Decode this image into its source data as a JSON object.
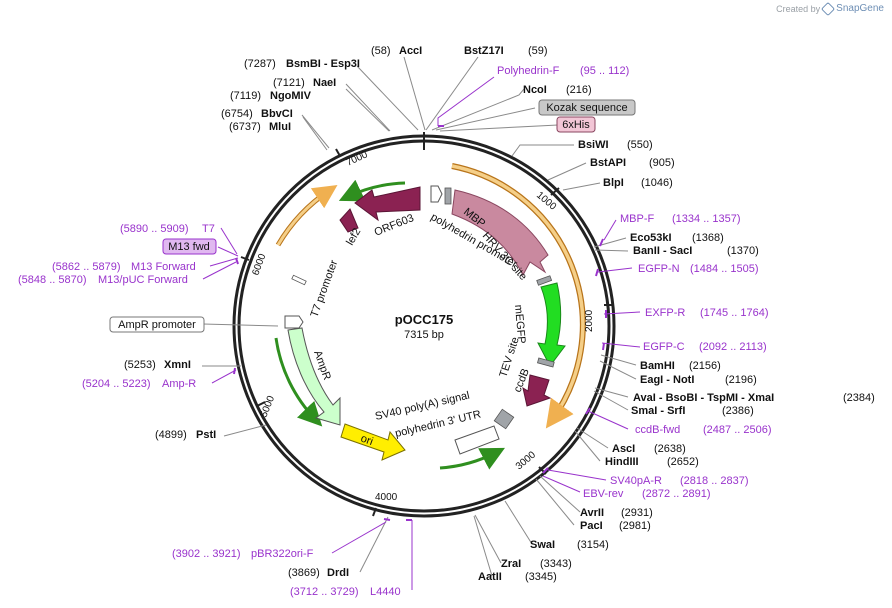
{
  "watermark": {
    "prefix": "Created by",
    "brand": "SnapGene"
  },
  "plasmid": {
    "name": "pOCC175",
    "length_label": "7315 bp",
    "length": 7315
  },
  "ticks": [
    "1000",
    "2000",
    "3000",
    "4000",
    "5000",
    "6000",
    "7000"
  ],
  "features_outer": [
    {
      "name": "6xHis",
      "label": "6xHis",
      "style": "pink-box"
    },
    {
      "name": "kozak",
      "label": "Kozak sequence",
      "style": "gray-box"
    },
    {
      "name": "ampr-promoter",
      "label": "AmpR promoter",
      "style": "white-box"
    }
  ],
  "feature_labels": [
    {
      "text": "polyhedrin promoter"
    },
    {
      "text": "MBP"
    },
    {
      "text": "HRV 3C site"
    },
    {
      "text": "mEGFP"
    },
    {
      "text": "TEV site"
    },
    {
      "text": "ccdB"
    },
    {
      "text": "SV40 poly(A) signal"
    },
    {
      "text": "polyhedrin 3' UTR"
    },
    {
      "text": "ori"
    },
    {
      "text": "AmpR"
    },
    {
      "text": "T7 promoter"
    },
    {
      "text": "lef2"
    },
    {
      "text": "ORF603"
    }
  ],
  "sites": [
    {
      "pos": "(58)",
      "name": "AccI"
    },
    {
      "name": "BstZ17I",
      "pos": "(59)"
    },
    {
      "primer": "Polyhedrin-F",
      "range": "(95 .. 112)"
    },
    {
      "name": "NcoI",
      "pos": "(216)"
    },
    {
      "name": "BsiWI",
      "pos": "(550)"
    },
    {
      "name": "BstAPI",
      "pos": "(905)"
    },
    {
      "name": "BlpI",
      "pos": "(1046)"
    },
    {
      "primer": "MBP-F",
      "range": "(1334 .. 1357)"
    },
    {
      "name": "Eco53kI",
      "pos": "(1368)"
    },
    {
      "name": "BanII - SacI",
      "pos": "(1370)"
    },
    {
      "primer": "EGFP-N",
      "range": "(1484 .. 1505)"
    },
    {
      "primer": "EXFP-R",
      "range": "(1745 .. 1764)"
    },
    {
      "primer": "EGFP-C",
      "range": "(2092 .. 2113)"
    },
    {
      "name": "BamHI",
      "pos": "(2156)"
    },
    {
      "name": "EagI - NotI",
      "pos": "(2196)"
    },
    {
      "name": "AvaI - BsoBI - TspMI - XmaI",
      "pos": "(2384)"
    },
    {
      "name": "SmaI - SrfI",
      "pos": "(2386)"
    },
    {
      "primer": "ccdB-fwd",
      "range": "(2487 .. 2506)"
    },
    {
      "name": "AscI",
      "pos": "(2638)"
    },
    {
      "name": "HindIII",
      "pos": "(2652)"
    },
    {
      "primer": "SV40pA-R",
      "range": "(2818 .. 2837)"
    },
    {
      "primer": "EBV-rev",
      "range": "(2872 .. 2891)"
    },
    {
      "name": "AvrII",
      "pos": "(2931)"
    },
    {
      "name": "PacI",
      "pos": "(2981)"
    },
    {
      "name": "SwaI",
      "pos": "(3154)"
    },
    {
      "name": "ZraI",
      "pos": "(3343)"
    },
    {
      "name": "AatII",
      "pos": "(3345)"
    },
    {
      "primer": "L4440",
      "range": "(3712 .. 3729)"
    },
    {
      "pos": "(3869)",
      "name": "DrdI"
    },
    {
      "primer": "pBR322ori-F",
      "range": "(3902 .. 3921)"
    },
    {
      "pos": "(4899)",
      "name": "PstI"
    },
    {
      "primer": "Amp-R",
      "range": "(5204 .. 5223)"
    },
    {
      "pos": "(5253)",
      "name": "XmnI"
    },
    {
      "primer": "M13/pUC Forward",
      "range": "(5848 .. 5870)"
    },
    {
      "primer": "M13 Forward",
      "range": "(5862 .. 5879)"
    },
    {
      "primer": "M13 fwd",
      "style": "purple-box"
    },
    {
      "primer": "T7",
      "range": "(5890 .. 5909)"
    },
    {
      "pos": "(6737)",
      "name": "MluI"
    },
    {
      "pos": "(6754)",
      "name": "BbvCI"
    },
    {
      "pos": "(7119)",
      "name": "NgoMIV"
    },
    {
      "pos": "(7121)",
      "name": "NaeI"
    },
    {
      "pos": "(7287)",
      "name": "BsmBI - Esp3I"
    }
  ],
  "colors": {
    "ring": "#222222",
    "orange": "#f0b050",
    "green": "#2f8f1f",
    "primer": "#9933cc",
    "mbp": "#c9899f",
    "mbp_edge": "#8a4760",
    "dark_red": "#8b2252",
    "mEGFP": "#22dd22",
    "ori": "#ffee00",
    "ampr": "#ccffcc",
    "gray_site": "#a0a4a8"
  }
}
